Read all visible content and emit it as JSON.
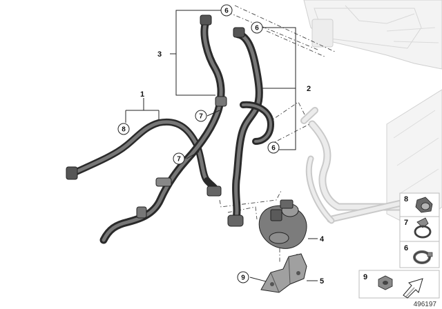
{
  "diagram": {
    "callouts": {
      "p1": "1",
      "p2": "2",
      "p3": "3",
      "p4": "4",
      "p5": "5",
      "c6a": "6",
      "c6b": "6",
      "c6c": "6",
      "c7a": "7",
      "c7b": "7",
      "c8": "8",
      "c9": "9"
    },
    "legend": [
      {
        "num": "8"
      },
      {
        "num": "7"
      },
      {
        "num": "6"
      },
      {
        "num": "9"
      }
    ],
    "reference_number": "496197"
  }
}
